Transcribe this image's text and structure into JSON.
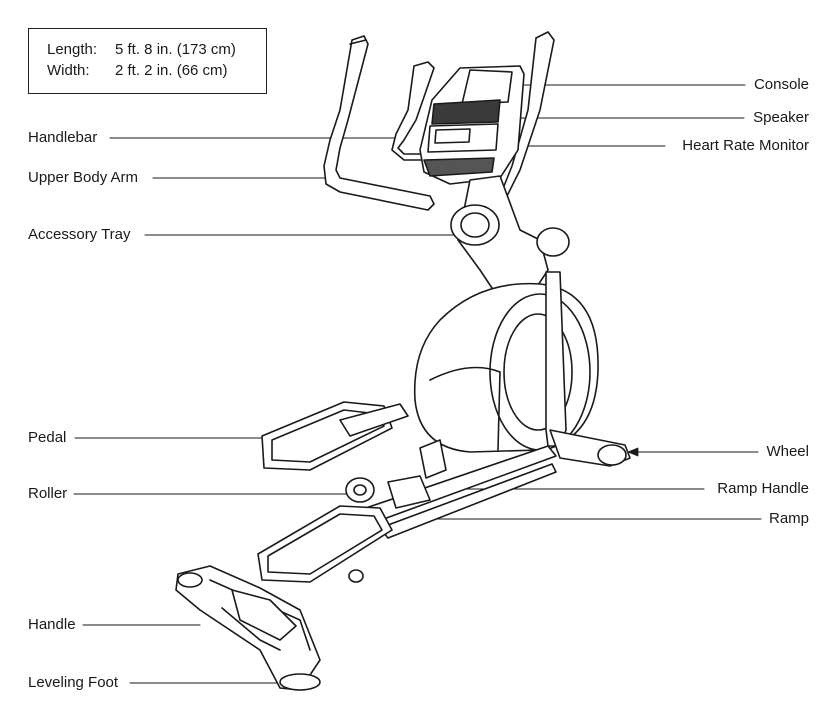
{
  "dimensions": {
    "length_label": "Length:",
    "length_value": "5 ft. 8 in. (173 cm)",
    "width_label": "Width:",
    "width_value": "2 ft. 2 in. (66 cm)"
  },
  "callouts_left": {
    "handlebar": "Handlebar",
    "upper_body_arm": "Upper Body Arm",
    "accessory_tray": "Accessory Tray",
    "pedal": "Pedal",
    "roller": "Roller",
    "handle": "Handle",
    "leveling_foot": "Leveling Foot"
  },
  "callouts_right": {
    "console": "Console",
    "speaker": "Speaker",
    "heart_rate_monitor": "Heart Rate Monitor",
    "wheel": "Wheel",
    "ramp_handle": "Ramp Handle",
    "ramp": "Ramp"
  }
}
